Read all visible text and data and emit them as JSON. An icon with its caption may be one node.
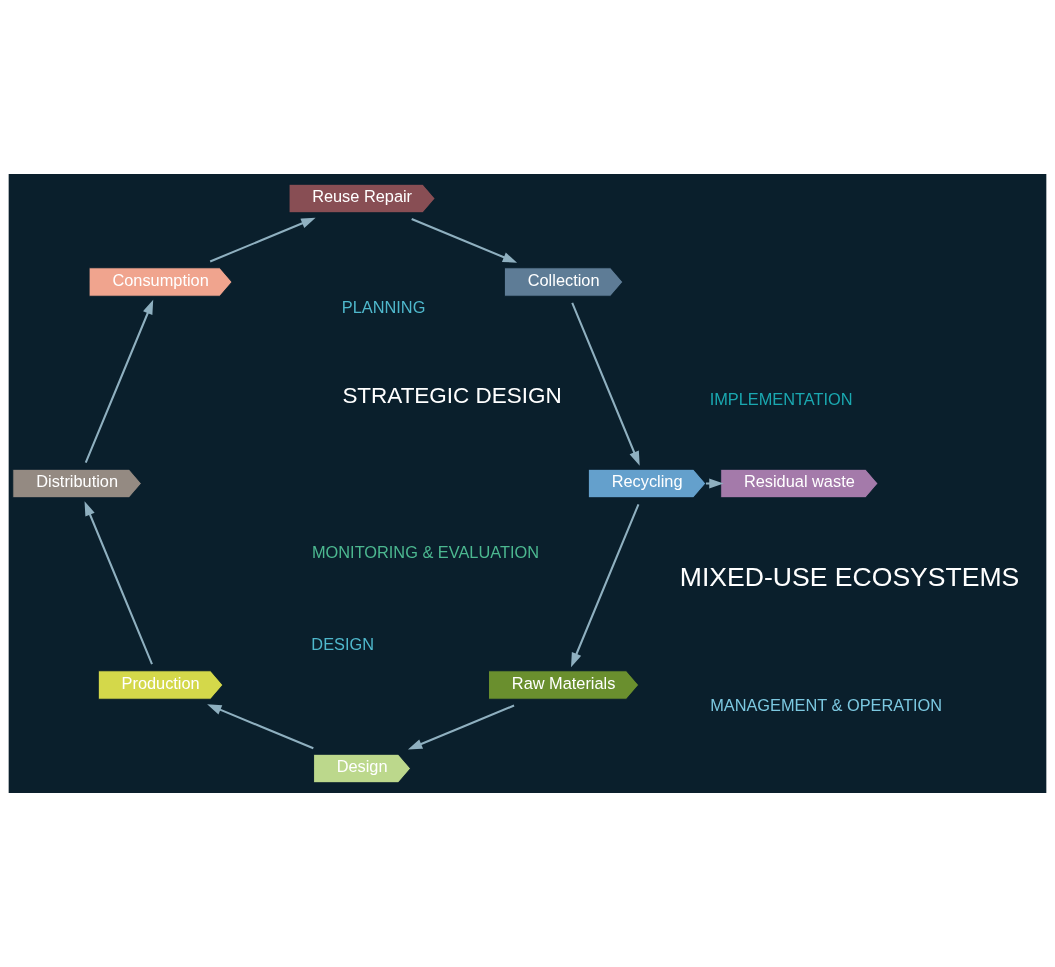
{
  "diagram": {
    "nodes": [
      {
        "text": [
          "Raw Materials"
        ]
      },
      {
        "text": [
          "Design"
        ]
      },
      {
        "text": [
          "Production"
        ]
      },
      {
        "text": [
          "Distribution"
        ]
      },
      {
        "text": [
          "Consumption"
        ]
      },
      {
        "text": [
          "Reuse Repair"
        ]
      },
      {
        "text": [
          "Collection"
        ]
      },
      {
        "text": [
          "Recycling"
        ]
      },
      {
        "text": [
          "Residual waste"
        ]
      }
    ],
    "edges": [
      {
        "from": 0,
        "to": 1,
        "arrow": "to"
      },
      {
        "from": 1,
        "to": 2,
        "arrow": "to"
      },
      {
        "from": 2,
        "to": 3,
        "arrow": "to"
      },
      {
        "from": 3,
        "to": 4,
        "arrow": "to"
      },
      {
        "from": 4,
        "to": 5,
        "arrow": "to"
      },
      {
        "from": 5,
        "to": 6,
        "arrow": "to"
      },
      {
        "from": 6,
        "to": 7,
        "arrow": "to"
      },
      {
        "from": 7,
        "to": 0,
        "arrow": "to"
      },
      {
        "from": 7,
        "to": 8,
        "arrow": "to"
      }
    ],
    "labels": [
      "PLANNING",
      "DESIGN",
      "STRATEGIC DESIGN",
      "IMPLEMENTATION",
      "MIXED-USE ECOSYSTEMS",
      "MONITORING & EVALUATION",
      "MANAGEMENT & OPERATION"
    ]
  }
}
